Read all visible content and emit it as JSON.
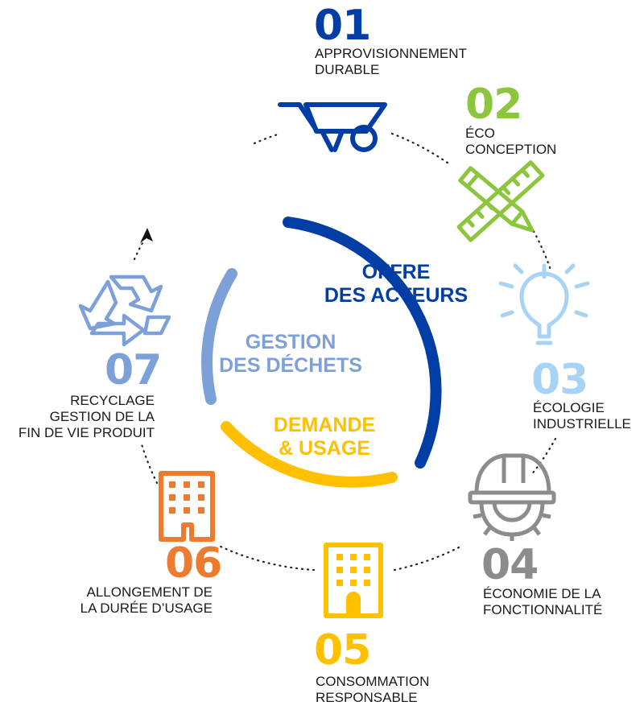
{
  "colors": {
    "blue": "#003da5",
    "green": "#8cc63f",
    "light_blue": "#a9d3f5",
    "gray": "#8c8c8c",
    "yellow": "#ffc000",
    "orange": "#ec7a2f",
    "periwinkle": "#7da0d8"
  },
  "center": {
    "offre": "OFFRE\nDES ACTEURS",
    "gestion": "GESTION\nDES DÉCHETS",
    "demande": "DEMANDE\n& USAGE"
  },
  "steps": [
    {
      "number": "01",
      "label": "APPROVISIONNEMENT\nDURABLE",
      "icon": "wheelbarrow-icon"
    },
    {
      "number": "02",
      "label": "ÉCO\nCONCEPTION",
      "icon": "pencil-ruler-icon"
    },
    {
      "number": "03",
      "label": "ÉCOLOGIE\nINDUSTRIELLE",
      "icon": "lightbulb-icon"
    },
    {
      "number": "04",
      "label": "ÉCONOMIE DE LA\nFONCTIONNALITÉ",
      "icon": "gear-helmet-icon"
    },
    {
      "number": "05",
      "label": "CONSOMMATION\nRESPONSABLE",
      "icon": "building-icon"
    },
    {
      "number": "06",
      "label": "ALLONGEMENT DE\nLA DURÉE D’USAGE",
      "icon": "building-icon"
    },
    {
      "number": "07",
      "label": "RECYCLAGE\nGESTION DE LA\nFIN DE VIE PRODUIT",
      "icon": "recycle-icon"
    }
  ]
}
